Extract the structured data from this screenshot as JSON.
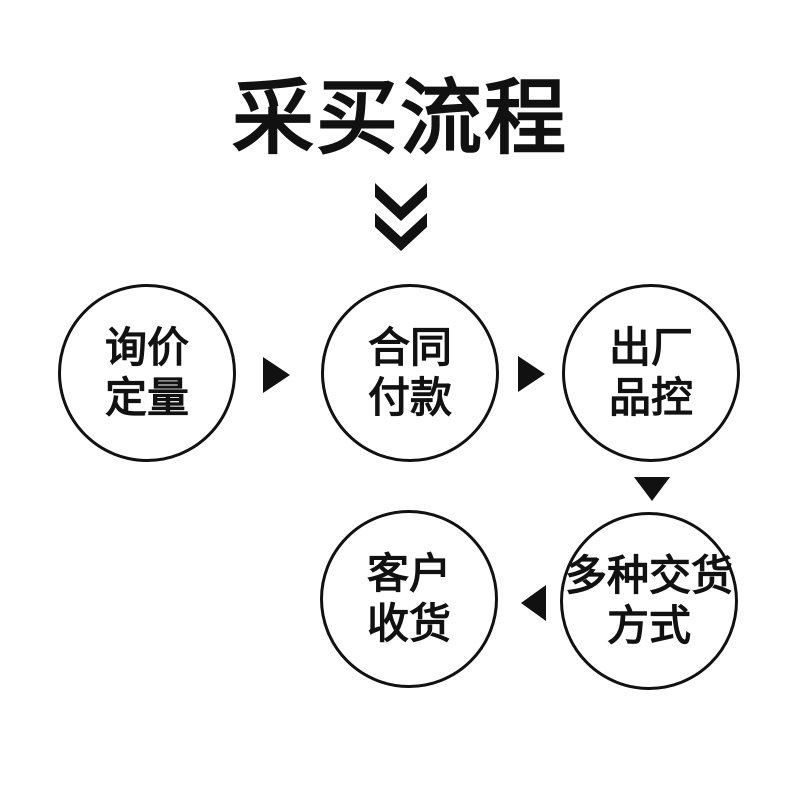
{
  "title": "采买流程",
  "flow": {
    "steps": [
      {
        "name": "inquiry-quantity",
        "lines": [
          "询价",
          "定量"
        ]
      },
      {
        "name": "contract-payment",
        "lines": [
          "合同",
          "付款"
        ]
      },
      {
        "name": "factory-qc",
        "lines": [
          "出厂",
          "品控"
        ]
      },
      {
        "name": "delivery-methods",
        "lines": [
          "多种交货",
          "方式"
        ]
      },
      {
        "name": "customer-receipt",
        "lines": [
          "客户",
          "收货"
        ]
      }
    ],
    "connectors": [
      "double-chevron-down",
      "arrow-right",
      "arrow-right",
      "arrow-down",
      "arrow-left"
    ]
  },
  "colors": {
    "ink": "#111111",
    "background": "#ffffff"
  }
}
